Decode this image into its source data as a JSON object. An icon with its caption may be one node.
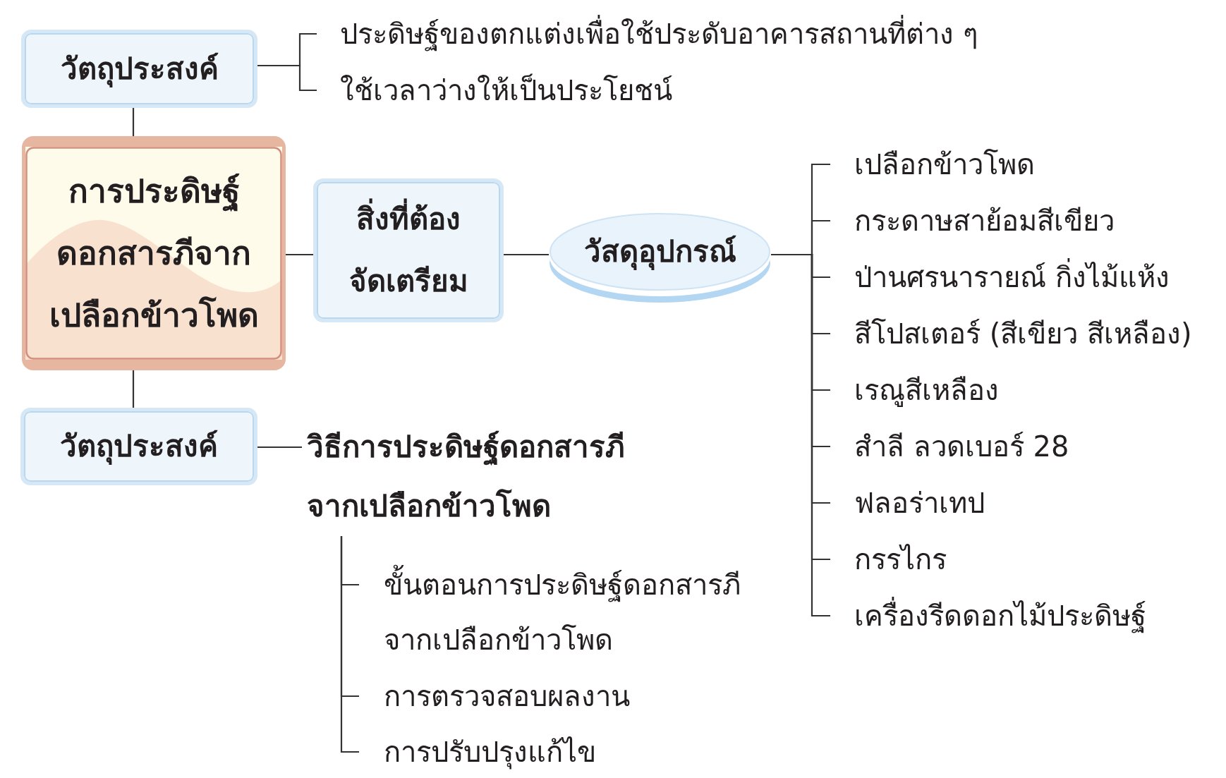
{
  "diagram": {
    "nodes": [
      {
        "text": [
          "วัตถุประสงค์"
        ]
      },
      {
        "text": [
          "ประดิษฐ์ของตกแต่งเพื่อใช้ประดับอาคารสถานที่ต่าง ๆ"
        ]
      },
      {
        "text": [
          "ใช้เวลาว่างให้เป็นประโยชน์"
        ]
      },
      {
        "text": [
          "การประดิษฐ์ดอกสารภีจากเปลือกข้าวโพด"
        ]
      },
      {
        "text": [
          "สิ่งที่ต้องจัดเตรียม"
        ]
      },
      {
        "text": [
          "วัสดุอุปกรณ์"
        ]
      },
      {
        "text": [
          "เปลือกข้าวโพด"
        ]
      },
      {
        "text": [
          "กระดาษสาย้อมสีเขียว"
        ]
      },
      {
        "text": [
          "ป่านศรนารายณ์ กิ่งไม้แห้ง"
        ]
      },
      {
        "text": [
          "สีโปสเตอร์ (สีเขียว สีเหลือง)"
        ]
      },
      {
        "text": [
          "เรณูสีเหลือง"
        ]
      },
      {
        "text": [
          "สำลี ลวดเบอร์ 28"
        ]
      },
      {
        "text": [
          "ฟลอร่าเทป"
        ]
      },
      {
        "text": [
          "กรรไกร"
        ]
      },
      {
        "text": [
          "เครื่องรีดดอกไม้ประดิษฐ์"
        ]
      },
      {
        "text": [
          "วัตถุประสงค์"
        ]
      },
      {
        "text": [
          "วิธีการประดิษฐ์ดอกสารภีจากเปลือกข้าวโพด"
        ]
      },
      {
        "text": [
          "ขั้นตอนการประดิษฐ์ดอกสารภีจากเปลือกข้าวโพด"
        ]
      },
      {
        "text": [
          "การตรวจสอบผลงาน"
        ]
      },
      {
        "text": [
          "การปรับปรุงแก้ไข"
        ]
      }
    ],
    "edges": [
      {
        "from": 0,
        "to": 1,
        "arrow": "none"
      },
      {
        "from": 0,
        "to": 2,
        "arrow": "none"
      },
      {
        "from": 3,
        "to": 0,
        "arrow": "none"
      },
      {
        "from": 3,
        "to": 4,
        "arrow": "none"
      },
      {
        "from": 4,
        "to": 5,
        "arrow": "none"
      },
      {
        "from": 5,
        "to": 6,
        "arrow": "none"
      },
      {
        "from": 5,
        "to": 7,
        "arrow": "none"
      },
      {
        "from": 5,
        "to": 8,
        "arrow": "none"
      },
      {
        "from": 5,
        "to": 9,
        "arrow": "none"
      },
      {
        "from": 5,
        "to": 10,
        "arrow": "none"
      },
      {
        "from": 5,
        "to": 11,
        "arrow": "none"
      },
      {
        "from": 5,
        "to": 12,
        "arrow": "none"
      },
      {
        "from": 5,
        "to": 13,
        "arrow": "none"
      },
      {
        "from": 5,
        "to": 14,
        "arrow": "none"
      },
      {
        "from": 3,
        "to": 15,
        "arrow": "none"
      },
      {
        "from": 15,
        "to": 16,
        "arrow": "none"
      },
      {
        "from": 16,
        "to": 17,
        "arrow": "none"
      },
      {
        "from": 16,
        "to": 18,
        "arrow": "none"
      },
      {
        "from": 16,
        "to": 19,
        "arrow": "none"
      }
    ]
  }
}
